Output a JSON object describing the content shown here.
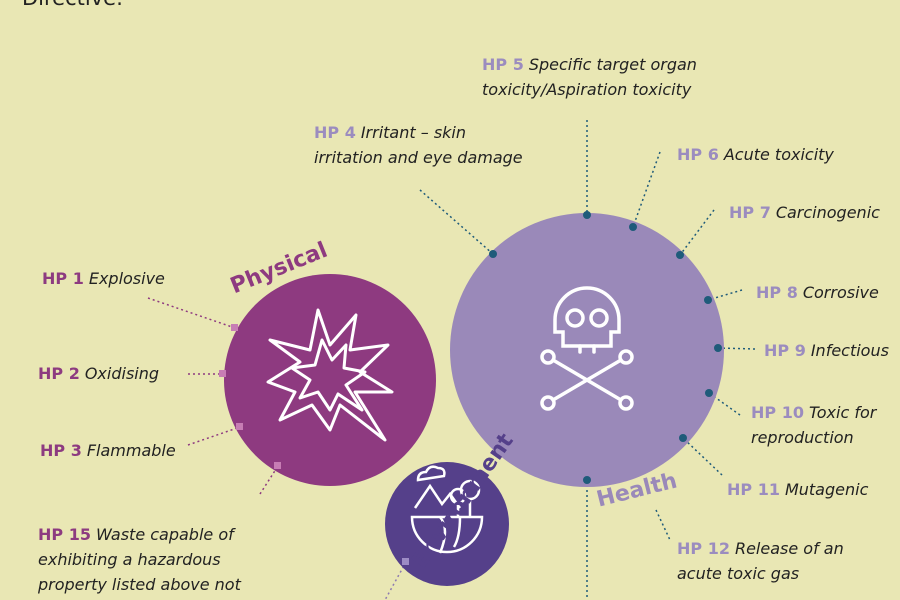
{
  "heading": "Directive:",
  "groups": {
    "physical": "Physical",
    "health": "Health",
    "environment": "Environment"
  },
  "colors": {
    "background": "#e9e7b4",
    "physical": "#8e3a80",
    "health": "#9a89b9",
    "environment": "#55408a",
    "health_dot": "#1f5b7a"
  },
  "properties": [
    {
      "code": "HP 1",
      "name": "Explosive"
    },
    {
      "code": "HP 2",
      "name": "Oxidising"
    },
    {
      "code": "HP 3",
      "name": "Flammable"
    },
    {
      "code": "HP 4",
      "name": "Irritant – skin",
      "name2": "irritation and eye damage"
    },
    {
      "code": "HP 5",
      "name": "Specific target organ",
      "name2": "toxicity/Aspiration toxicity"
    },
    {
      "code": "HP 6",
      "name": "Acute toxicity"
    },
    {
      "code": "HP 7",
      "name": "Carcinogenic"
    },
    {
      "code": "HP 8",
      "name": "Corrosive"
    },
    {
      "code": "HP 9",
      "name": "Infectious"
    },
    {
      "code": "HP 10",
      "name": "Toxic for",
      "name2": "reproduction"
    },
    {
      "code": "HP 11",
      "name": "Mutagenic"
    },
    {
      "code": "HP 12",
      "name": "Release of an",
      "name2": "acute toxic gas"
    },
    {
      "code": "HP 15",
      "name": "Waste capable of",
      "name2": "exhibiting  a hazardous",
      "name3": "property listed above not"
    }
  ]
}
